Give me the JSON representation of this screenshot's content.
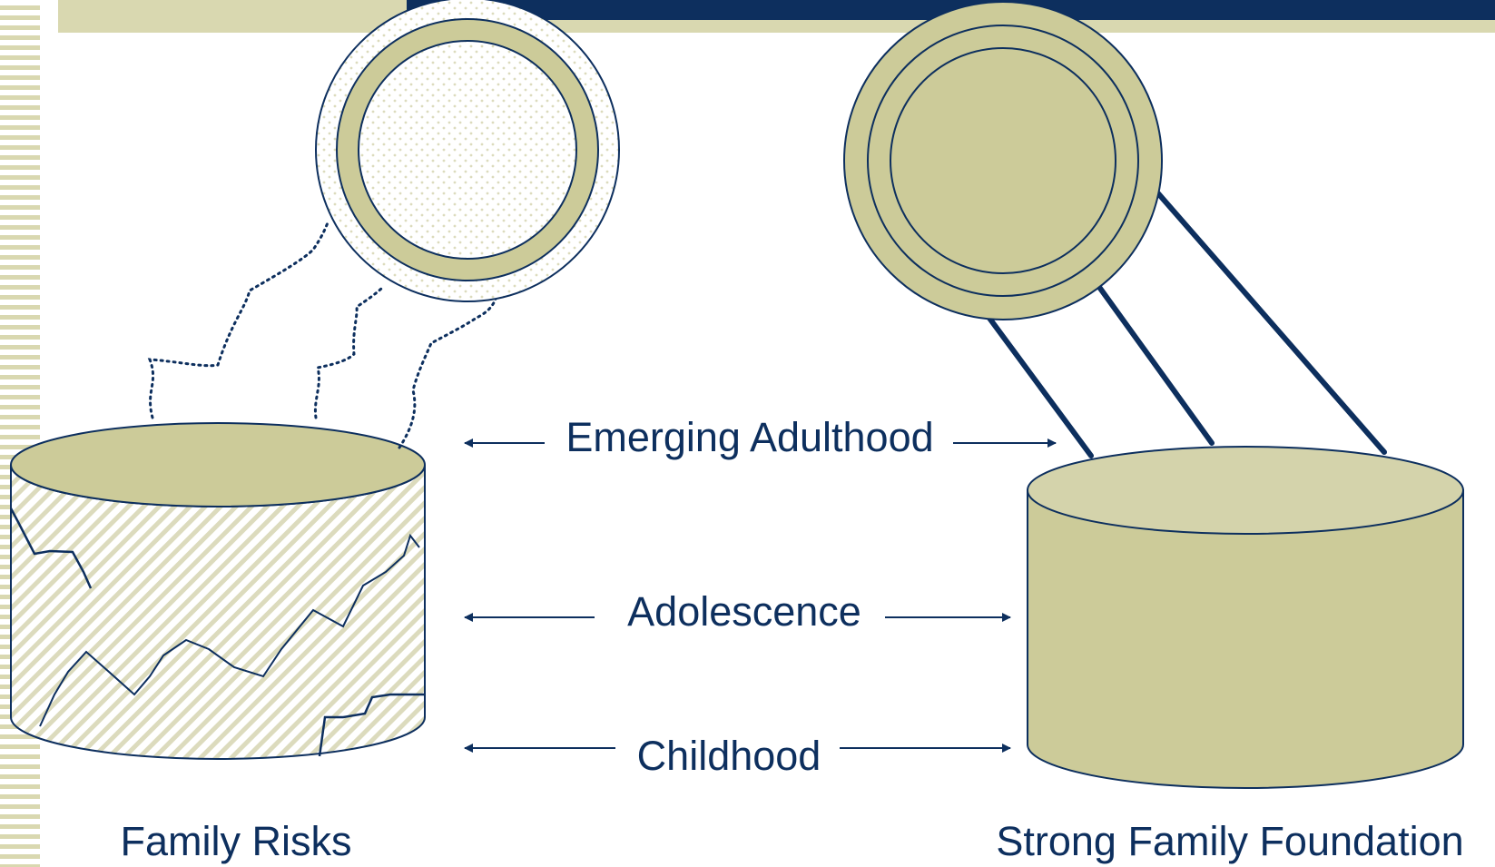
{
  "diagram": {
    "stages": {
      "emerging_adulthood": "Emerging Adulthood",
      "adolescence": "Adolescence",
      "childhood": "Childhood"
    },
    "left_foundation_label": "Family Risks",
    "right_foundation_label": "Strong Family Foundation"
  },
  "colors": {
    "navy": "#0d2f5e",
    "olive": "#cccb99",
    "olive_light": "#d9d8b0",
    "stripe": "#e3e2c6",
    "white": "#ffffff"
  }
}
